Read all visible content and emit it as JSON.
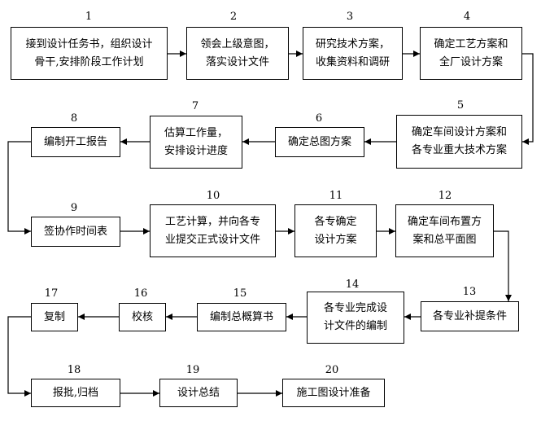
{
  "steps": [
    {
      "no": "1",
      "text": "接到设计任务书，组织设计\n骨干,安排阶段工作计划"
    },
    {
      "no": "2",
      "text": "领会上级意图，\n落实设计文件"
    },
    {
      "no": "3",
      "text": "研究技术方案，\n收集资料和调研"
    },
    {
      "no": "4",
      "text": "确定工艺方案和\n全厂设计方案"
    },
    {
      "no": "5",
      "text": "确定车间设计方案和\n各专业重大技术方案"
    },
    {
      "no": "6",
      "text": "确定总图方案"
    },
    {
      "no": "7",
      "text": "估算工作量，\n安排设计进度"
    },
    {
      "no": "8",
      "text": "编制开工报告"
    },
    {
      "no": "9",
      "text": "签协作时间表"
    },
    {
      "no": "10",
      "text": "工艺计算，并向各专\n业提交正式设计文件"
    },
    {
      "no": "11",
      "text": "各专确定\n设计方案"
    },
    {
      "no": "12",
      "text": "确定车间布置方\n案和总平面图"
    },
    {
      "no": "13",
      "text": "各专业补提条件"
    },
    {
      "no": "14",
      "text": "各专业完成设\n计文件的编制"
    },
    {
      "no": "15",
      "text": "编制总概算书"
    },
    {
      "no": "16",
      "text": "校核"
    },
    {
      "no": "17",
      "text": "复制"
    },
    {
      "no": "18",
      "text": "报批,归档"
    },
    {
      "no": "19",
      "text": "设计总结"
    },
    {
      "no": "20",
      "text": "施工图设计准备"
    }
  ]
}
